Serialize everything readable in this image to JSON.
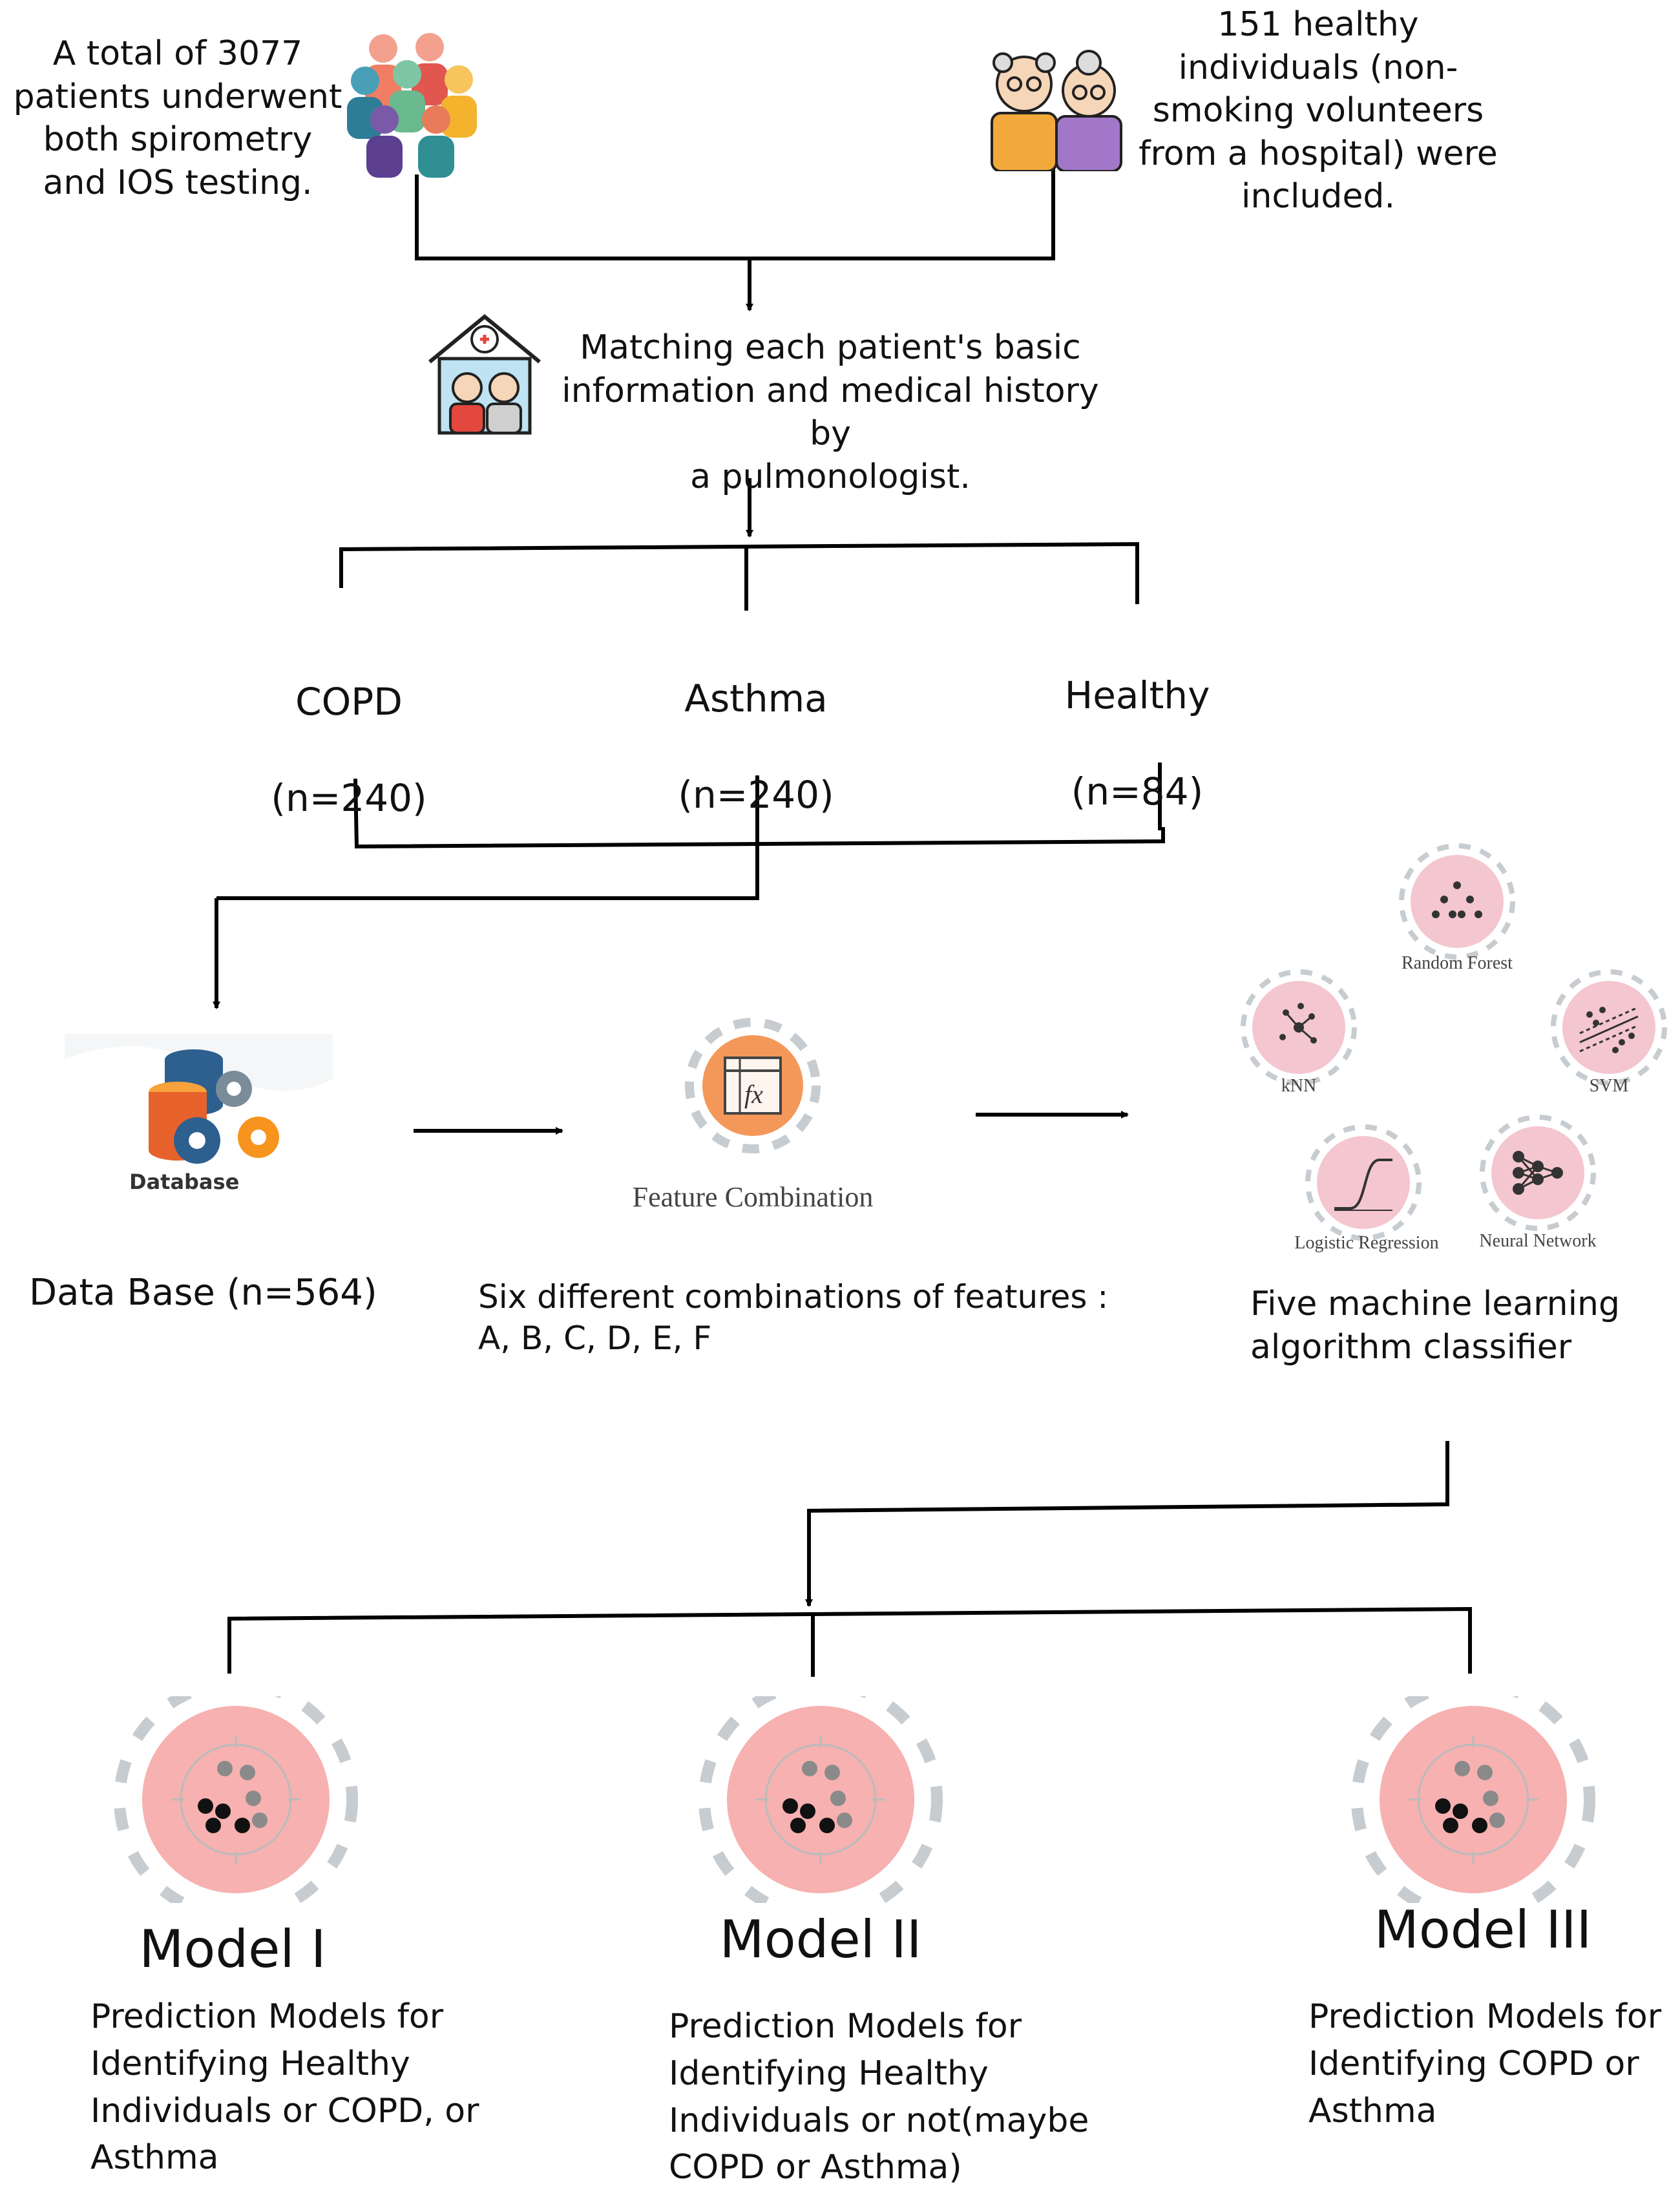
{
  "sources": {
    "patients_text": "A total of 3077\npatients underwent\nboth spirometry\nand IOS testing.",
    "healthy_text": "151 healthy\nindividuals (non-\nsmoking volunteers\nfrom a hospital) were\nincluded."
  },
  "matching_text": "Matching each patient's basic\ninformation and medical history by\na pulmonologist.",
  "groups": [
    {
      "name": "COPD",
      "count": "(n=240)"
    },
    {
      "name": "Asthma",
      "count": "(n=240)"
    },
    {
      "name": "Healthy",
      "count": "(n=84)"
    }
  ],
  "database": {
    "icon_label": "Database",
    "caption": "Data Base (n=564)"
  },
  "feature": {
    "icon_label": "Feature Combination",
    "caption": "Six different combinations of features :\nA, B, C, D, E, F"
  },
  "ml": {
    "algorithms": [
      "Random Forest",
      "kNN",
      "SVM",
      "Logistic Regression",
      "Neural Network"
    ],
    "caption": "Five machine learning\nalgorithm classifier"
  },
  "models": [
    {
      "title": "Model I",
      "description": "Prediction Models for\nIdentifying Healthy\nIndividuals or COPD, or\nAsthma"
    },
    {
      "title": "Model II",
      "description": "Prediction Models for\nIdentifying Healthy\nIndividuals or not(maybe\nCOPD or Asthma)"
    },
    {
      "title": "Model III",
      "description": "Prediction Models for\nIdentifying COPD or\nAsthma"
    }
  ],
  "colors": {
    "line": "#000000",
    "pink_fill": "#f4c6cf",
    "pink_dark": "#e79aab",
    "model_fill": "#f6b1b0",
    "feature_orange": "#f4985a",
    "dash_gray": "#c7ccd1"
  }
}
